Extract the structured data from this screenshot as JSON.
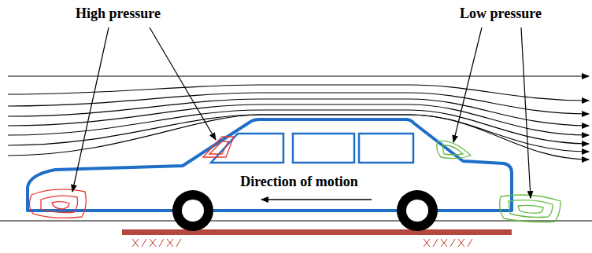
{
  "diagram": {
    "labels": [
      "High pressure",
      "Low pressure",
      "Direction of motion"
    ]
  }
}
